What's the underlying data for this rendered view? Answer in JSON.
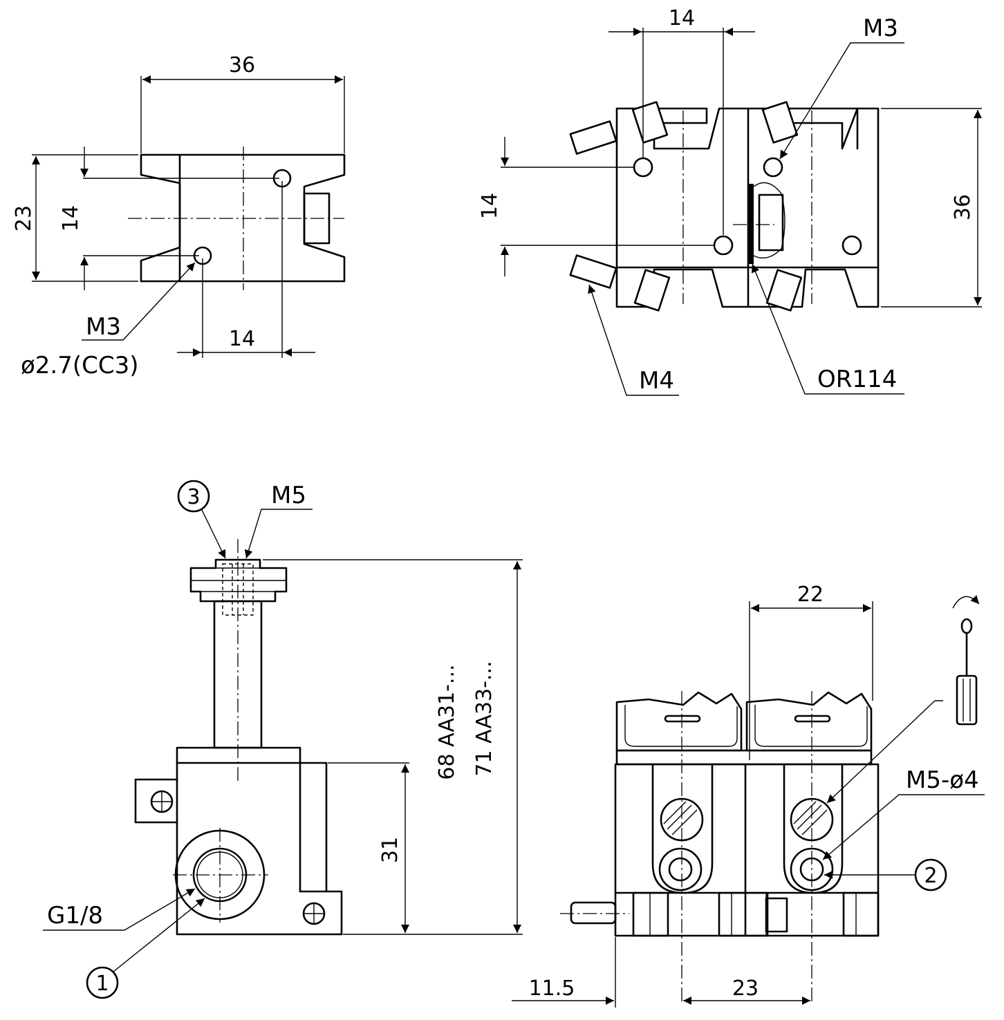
{
  "view_top_left": {
    "dim_width": "36",
    "dim_height_outer": "23",
    "dim_height_inner": "14",
    "dim_hole_spacing": "14",
    "thread_label": "M3",
    "drill_label": "ø2.7(CC3)"
  },
  "view_top_right": {
    "dim_spacing": "14",
    "dim_height": "14",
    "dim_depth": "36",
    "thread_label_top": "M3",
    "thread_label_bottom": "M4",
    "oring_label": "OR114"
  },
  "view_bottom_left": {
    "callout_3": "3",
    "thread_label": "M5",
    "dim_total_1": "68 AA31-...",
    "dim_total_2": "71 AA33-...",
    "dim_body_height": "31",
    "port_label": "G1/8",
    "callout_1": "1"
  },
  "view_bottom_right": {
    "dim_coil_pitch": "22",
    "port_label": "M5-ø4",
    "callout_2": "2",
    "dim_offset": "11.5",
    "dim_base_pitch": "23"
  }
}
